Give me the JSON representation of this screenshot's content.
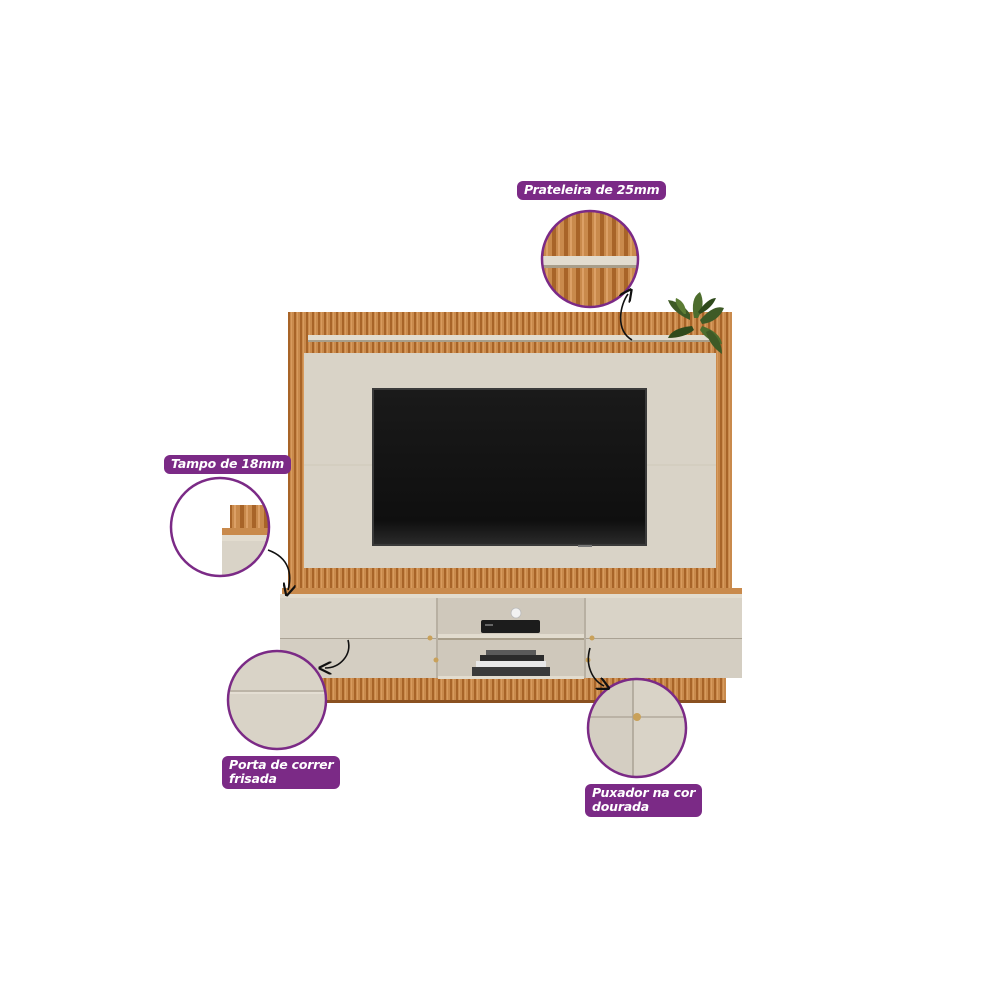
{
  "callouts": {
    "shelf": {
      "label": "Prateleira de 25mm"
    },
    "top": {
      "label": "Tampo de 18mm"
    },
    "door": {
      "label_line1": "Porta de correr",
      "label_line2": "frisada"
    },
    "handle": {
      "label_line1": "Puxador na cor",
      "label_line2": "dourada"
    }
  },
  "colors": {
    "brand_purple": "#7b2a86",
    "wood": "#c27a3c",
    "off_white": "#d9d3c7",
    "tv_screen": "#141414"
  }
}
